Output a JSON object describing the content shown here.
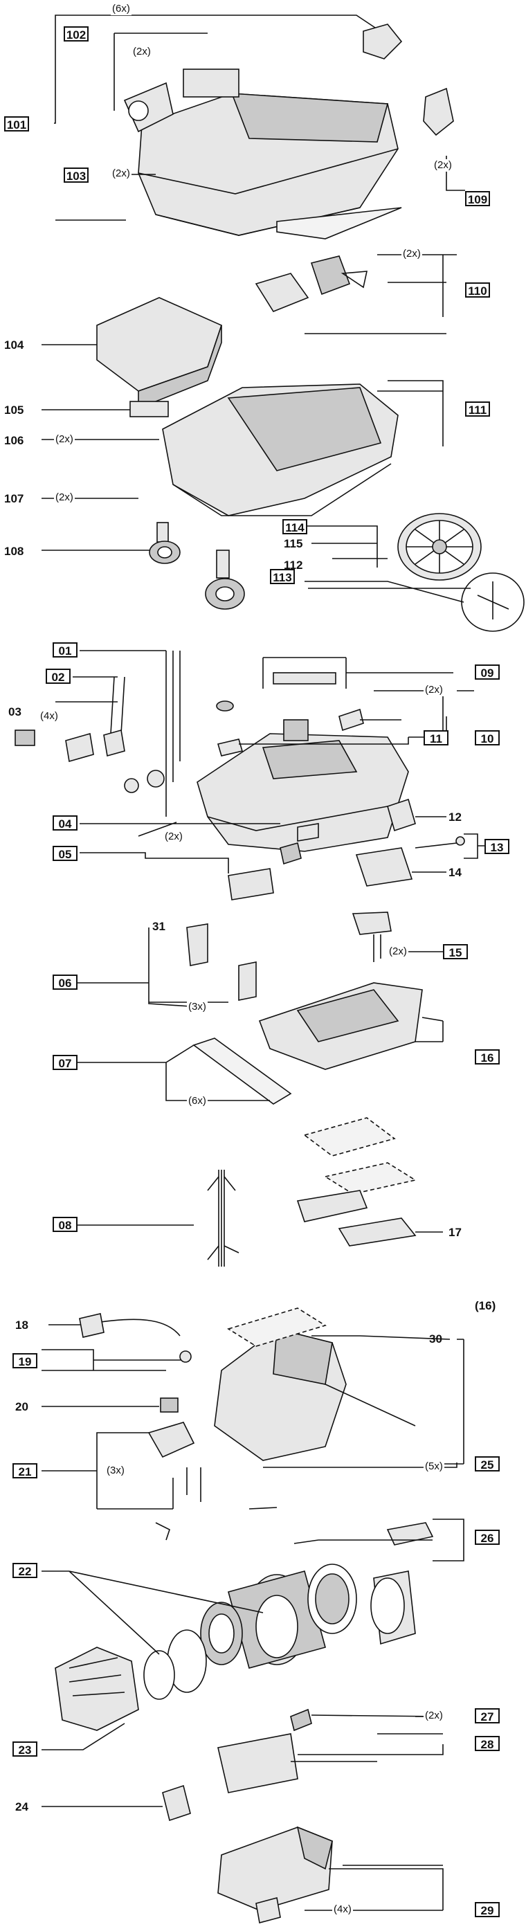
{
  "colors": {
    "ink": "#111111",
    "body": "#e7e7e7",
    "shade": "#c9c9c9",
    "dark": "#8c8c8c"
  },
  "sections": [
    {
      "name": "wheels-and-base",
      "labels": {
        "l101": "101",
        "l102": "102",
        "l103": "103",
        "l104": "104",
        "l105": "105",
        "l106": "106",
        "l107": "107",
        "l108": "108",
        "l109": "109",
        "l110": "110",
        "l111": "111",
        "l112": "112",
        "l113": "113",
        "l114": "114",
        "l115": "115"
      },
      "notes": {
        "q6x": "(6x)",
        "q2x_a": "(2x)",
        "q2x_b": "(2x)",
        "q2x_c": "(2x)",
        "q2x_d": "(2x)",
        "q2x_e": "(2x)",
        "q2x_f": "(2x)"
      }
    },
    {
      "name": "container-and-fittings",
      "labels": {
        "l01": "01",
        "l02": "02",
        "l03": "03",
        "l04": "04",
        "l05": "05",
        "l06": "06",
        "l07": "07",
        "l08": "08",
        "l09": "09",
        "l10": "10",
        "l11": "11",
        "l12": "12",
        "l13": "13",
        "l14": "14",
        "l15": "15",
        "l16": "16",
        "l17": "17",
        "l31": "31"
      },
      "notes": {
        "q4x": "(4x)",
        "q2x_g": "(2x)",
        "q2x_h": "(2x)",
        "q2x_i": "(2x)",
        "q3x": "(3x)",
        "q6x_b": "(6x)"
      }
    },
    {
      "name": "motor-assembly",
      "labels": {
        "l18": "18",
        "l19": "19",
        "l20": "20",
        "l21": "21",
        "l22": "22",
        "l23": "23",
        "l24": "24",
        "l25": "25",
        "l26": "26",
        "l27": "27",
        "l28": "28",
        "l29": "29",
        "l30": "30",
        "l16b": "(16)"
      },
      "notes": {
        "q3x_b": "(3x)",
        "q5x": "(5x)",
        "q2x_j": "(2x)",
        "q4x_b": "(4x)"
      }
    }
  ]
}
